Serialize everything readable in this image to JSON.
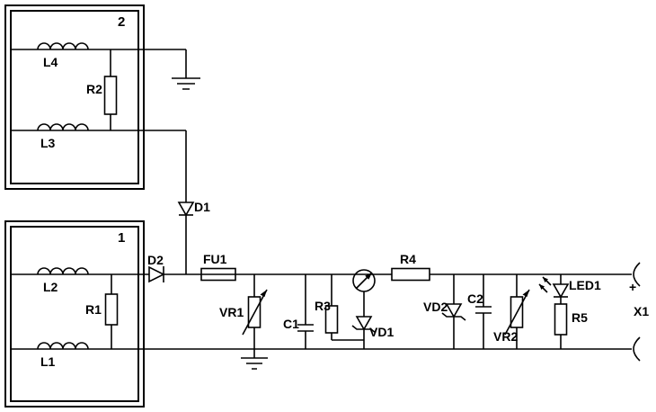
{
  "diagram_type": "circuit-schematic",
  "colors": {
    "stroke": "#000000",
    "background": "#ffffff"
  },
  "labels": {
    "block2": "2",
    "block1": "1",
    "L4": "L4",
    "R2": "R2",
    "L3": "L3",
    "D1": "D1",
    "L2": "L2",
    "R1": "R1",
    "L1": "L1",
    "D2": "D2",
    "FU1": "FU1",
    "VR1": "VR1",
    "C1": "C1",
    "R3": "R3",
    "VD1": "VD1",
    "R4": "R4",
    "VD2": "VD2",
    "C2": "C2",
    "VR2": "VR2",
    "LED1": "LED1",
    "R5": "R5",
    "plus": "+",
    "X1": "X1"
  }
}
